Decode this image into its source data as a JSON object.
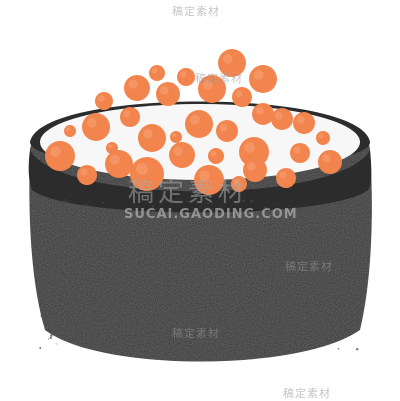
{
  "illustration": {
    "subject": "ikura-gunkan-sushi-icon",
    "colors": {
      "seaweed": "#2c2c2c",
      "seaweed_speckle": "#4a4a4a",
      "rice": "#f7f7f7",
      "roe": "#f2854e",
      "roe_highlight": "#f6a071",
      "background": "#ffffff"
    }
  },
  "watermark": {
    "brand": "稿定素材",
    "big": "稿定素材",
    "url": "SUCAI.GAODING.COM"
  }
}
